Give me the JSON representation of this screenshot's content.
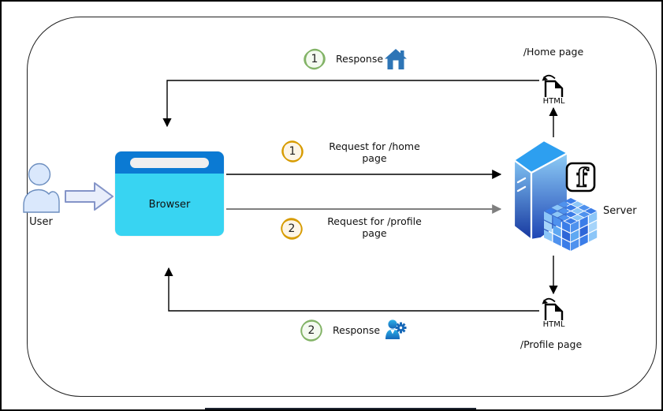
{
  "nodes": {
    "user": {
      "label": "User"
    },
    "browser": {
      "label": "Browser"
    },
    "server": {
      "label": "Server"
    }
  },
  "flows": {
    "response_home": {
      "step": "1",
      "label": "Response"
    },
    "request_home": {
      "step": "1",
      "label": "Request for /home page"
    },
    "request_profile": {
      "step": "2",
      "label": "Request for /profile page"
    },
    "response_profile": {
      "step": "2",
      "label": "Response"
    }
  },
  "files": {
    "home": {
      "type_label": "HTML",
      "page_label": "/Home page"
    },
    "profile": {
      "type_label": "HTML",
      "page_label": "/Profile page"
    }
  },
  "icons": {
    "response_home_icon": "home-icon",
    "response_profile_icon": "user-settings-icon",
    "server_icons": [
      "facebook-icon",
      "database-cube-icon"
    ]
  },
  "colors": {
    "browser_top": "#0b7ad3",
    "browser_body": "#38d4f2",
    "green": "#82b366",
    "orange": "#d79b00",
    "arrow_gray": "#7f7f7f",
    "user_fill": "#dae8fc",
    "user_stroke": "#6c8ebf",
    "home_icon": "#2e75b6",
    "people_icon": "#2bb0e8",
    "people_icon_dark": "#1668b8",
    "line": "#000000"
  }
}
